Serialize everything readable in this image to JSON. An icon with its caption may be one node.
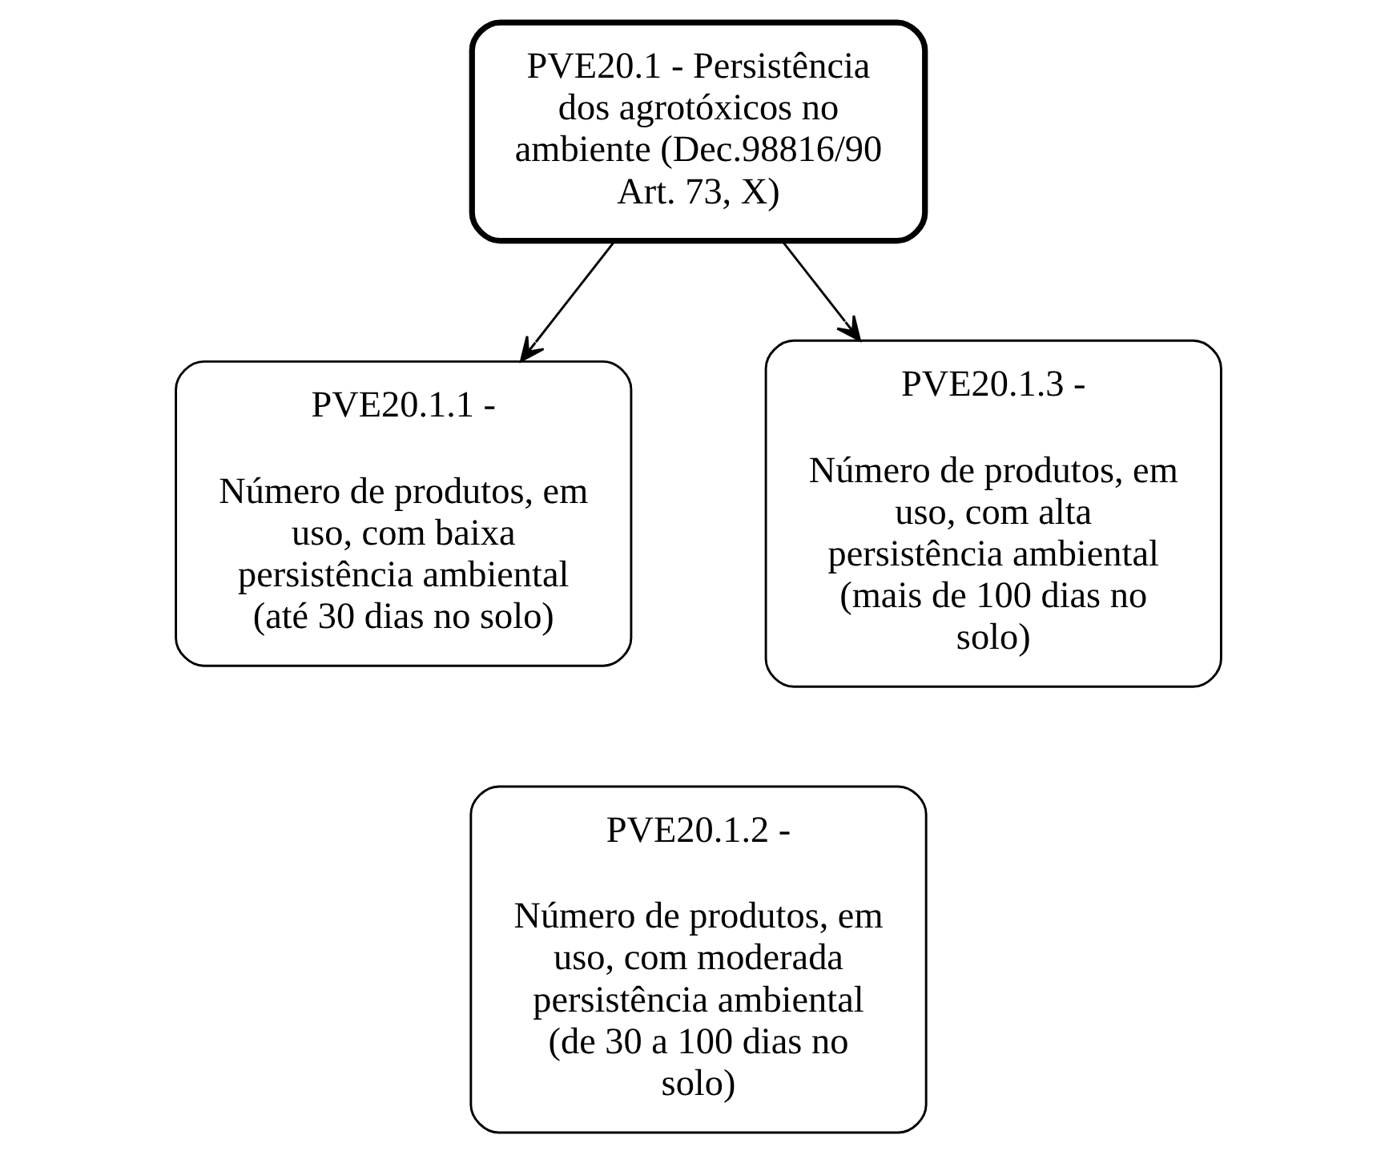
{
  "diagram": {
    "nodes": [
      {
        "text": [
          "PVE20.1 - Persistência dos agrotóxicos no ambiente (Dec.98816/90 Art. 73, X)"
        ]
      },
      {
        "text": [
          "PVE20.1.1 -",
          "Número de produtos, em uso, com baixa persistência ambiental (até 30 dias no solo)"
        ]
      },
      {
        "text": [
          "PVE20.1.3 -",
          "Número de produtos, em uso, com alta persistência ambiental (mais de 100 dias no solo)"
        ]
      },
      {
        "text": [
          "PVE20.1.2 -",
          "Número de produtos, em uso, com moderada persistência ambiental (de 30 a 100 dias no solo)"
        ]
      }
    ],
    "edges": [
      {
        "from": 0,
        "to": 1,
        "arrow": "to"
      },
      {
        "from": 0,
        "to": 2,
        "arrow": "to"
      }
    ]
  }
}
